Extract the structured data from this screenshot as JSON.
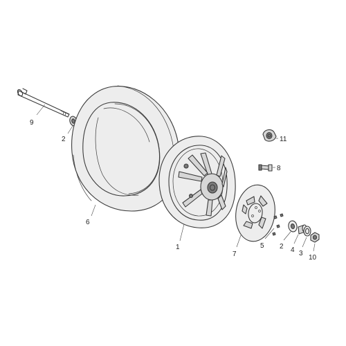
{
  "diagram": {
    "callouts": {
      "axle": "9",
      "washer_left": "2",
      "tyre": "6",
      "wheel_rim": "1",
      "brake_disc": "7",
      "disc_screws": "5",
      "washer_right": "2",
      "spacer": "4",
      "seal": "3",
      "nut": "10",
      "valve": "8",
      "speedo_drive": "11"
    }
  }
}
